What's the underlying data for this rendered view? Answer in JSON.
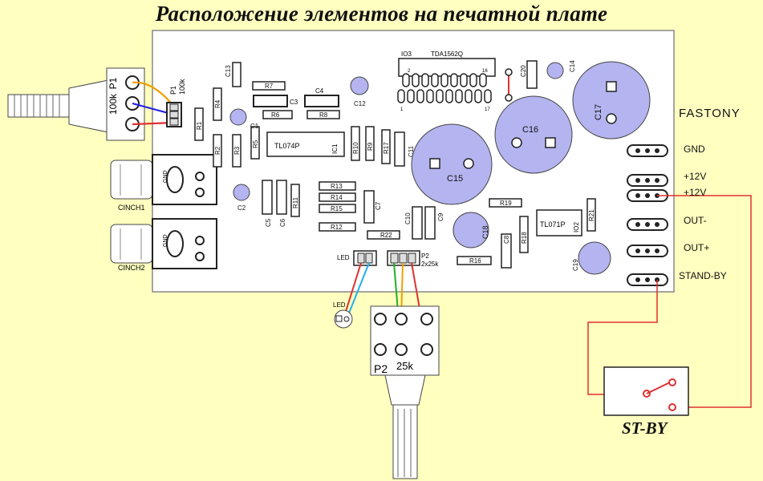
{
  "title": "Расположение элементов на печатной плате",
  "connector": {
    "header": "FASTONY",
    "pins": [
      "GND",
      "+12V",
      "+12V",
      "OUT-",
      "OUT+",
      "STAND-BY"
    ]
  },
  "switch_label": "ST-BY",
  "pcb_labels": {
    "ic_amp": "TDA1562Q",
    "io3": "IO3",
    "ic1": "IC1",
    "tl074": "TL074P",
    "tl071": "TL071P",
    "io2": "IO2",
    "p1": "P1",
    "p1_value": "100k",
    "p2": "P2",
    "p2_value": "2x25k",
    "led": "LED",
    "cinch1": "CINCH1",
    "cinch2": "CINCH2",
    "gnd": "GND",
    "c15": "C15",
    "c16": "C16",
    "c17": "C17",
    "c12": "C12",
    "c14": "C14",
    "c18": "C18",
    "c19": "C19",
    "c20": "C20",
    "c1": "C1",
    "c2": "C2",
    "c3": "C3",
    "c4": "C4",
    "c5": "C5",
    "c6": "C6",
    "c7": "C7",
    "c8": "C8",
    "c9": "C9",
    "c10": "C10",
    "c11": "C11",
    "c13": "C13",
    "r1": "R1",
    "r2": "R2",
    "r3": "R3",
    "r4": "R4",
    "r5": "R5",
    "r6": "R6",
    "r7": "R7",
    "r8": "R8",
    "r9": "R9",
    "r10": "R10",
    "r11": "R11",
    "r12": "R12",
    "r13": "R13",
    "r14": "R14",
    "r15": "R15",
    "r16": "R16",
    "r17": "R17",
    "r18": "R18",
    "r19": "R19",
    "r21": "R21",
    "r22": "R22",
    "pin1": "1",
    "pin2": "2",
    "pin16": "16",
    "pin17": "17"
  },
  "external_labels": {
    "p1": "P1",
    "p1_value": "100k",
    "p2": "P2",
    "p2_value": "25k",
    "led": "LED"
  },
  "colors": {
    "background": "#ffffc0",
    "pcb": "#ffffff",
    "capacitor": "#b4b4f0",
    "wire_red": "#e03030",
    "wire_blue": "#2020e0",
    "wire_orange": "#f0a000",
    "wire_green": "#20b020",
    "wire_cyan": "#20b0f0"
  }
}
